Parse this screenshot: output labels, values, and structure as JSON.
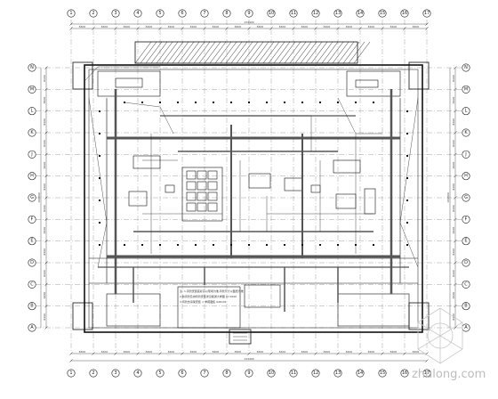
{
  "drawing": {
    "columns_top": [
      "1",
      "2",
      "3",
      "4",
      "5",
      "6",
      "7",
      "8",
      "9",
      "10",
      "11",
      "12",
      "13",
      "14",
      "15",
      "16",
      "17"
    ],
    "rows_left": [
      "N",
      "M",
      "L",
      "K",
      "J",
      "H",
      "G",
      "F",
      "E",
      "D",
      "C",
      "B",
      "A"
    ],
    "span_dims_top": [
      "8400",
      "8400",
      "8400",
      "8400",
      "8400",
      "8400",
      "8400",
      "8400",
      "8400",
      "8400",
      "8400",
      "8400",
      "8400",
      "8400",
      "8400",
      "8400"
    ],
    "span_dims_bottom": [
      "8400",
      "8400",
      "8400",
      "8400",
      "8400",
      "8400",
      "8400",
      "8400",
      "8400",
      "8400",
      "8400",
      "8400",
      "8400",
      "8400",
      "8400",
      "8400"
    ],
    "total_dim_top": "134400",
    "total_dim_bottom": "134400",
    "row_dims_left": [
      "8400",
      "8400",
      "8400",
      "8400",
      "8400",
      "8400",
      "8400",
      "8400",
      "8400",
      "8400",
      "8400",
      "8400"
    ],
    "row_dims_right": [
      "8400",
      "8400",
      "8400",
      "8400",
      "8400",
      "8400",
      "8400",
      "8400",
      "8400",
      "8400",
      "8400",
      "8400"
    ],
    "total_dim_left": "100800",
    "total_dim_right": "100800",
    "notes": [
      "注: 1.风管安装底标高以现场为准,风管尺寸以图纸为准",
      "2.新风管及排风管安装详见暖通大样图 A=1000",
      "3.风管支吊架安装 = 参照图集 02K101"
    ],
    "watermark": "zhulong.com"
  }
}
